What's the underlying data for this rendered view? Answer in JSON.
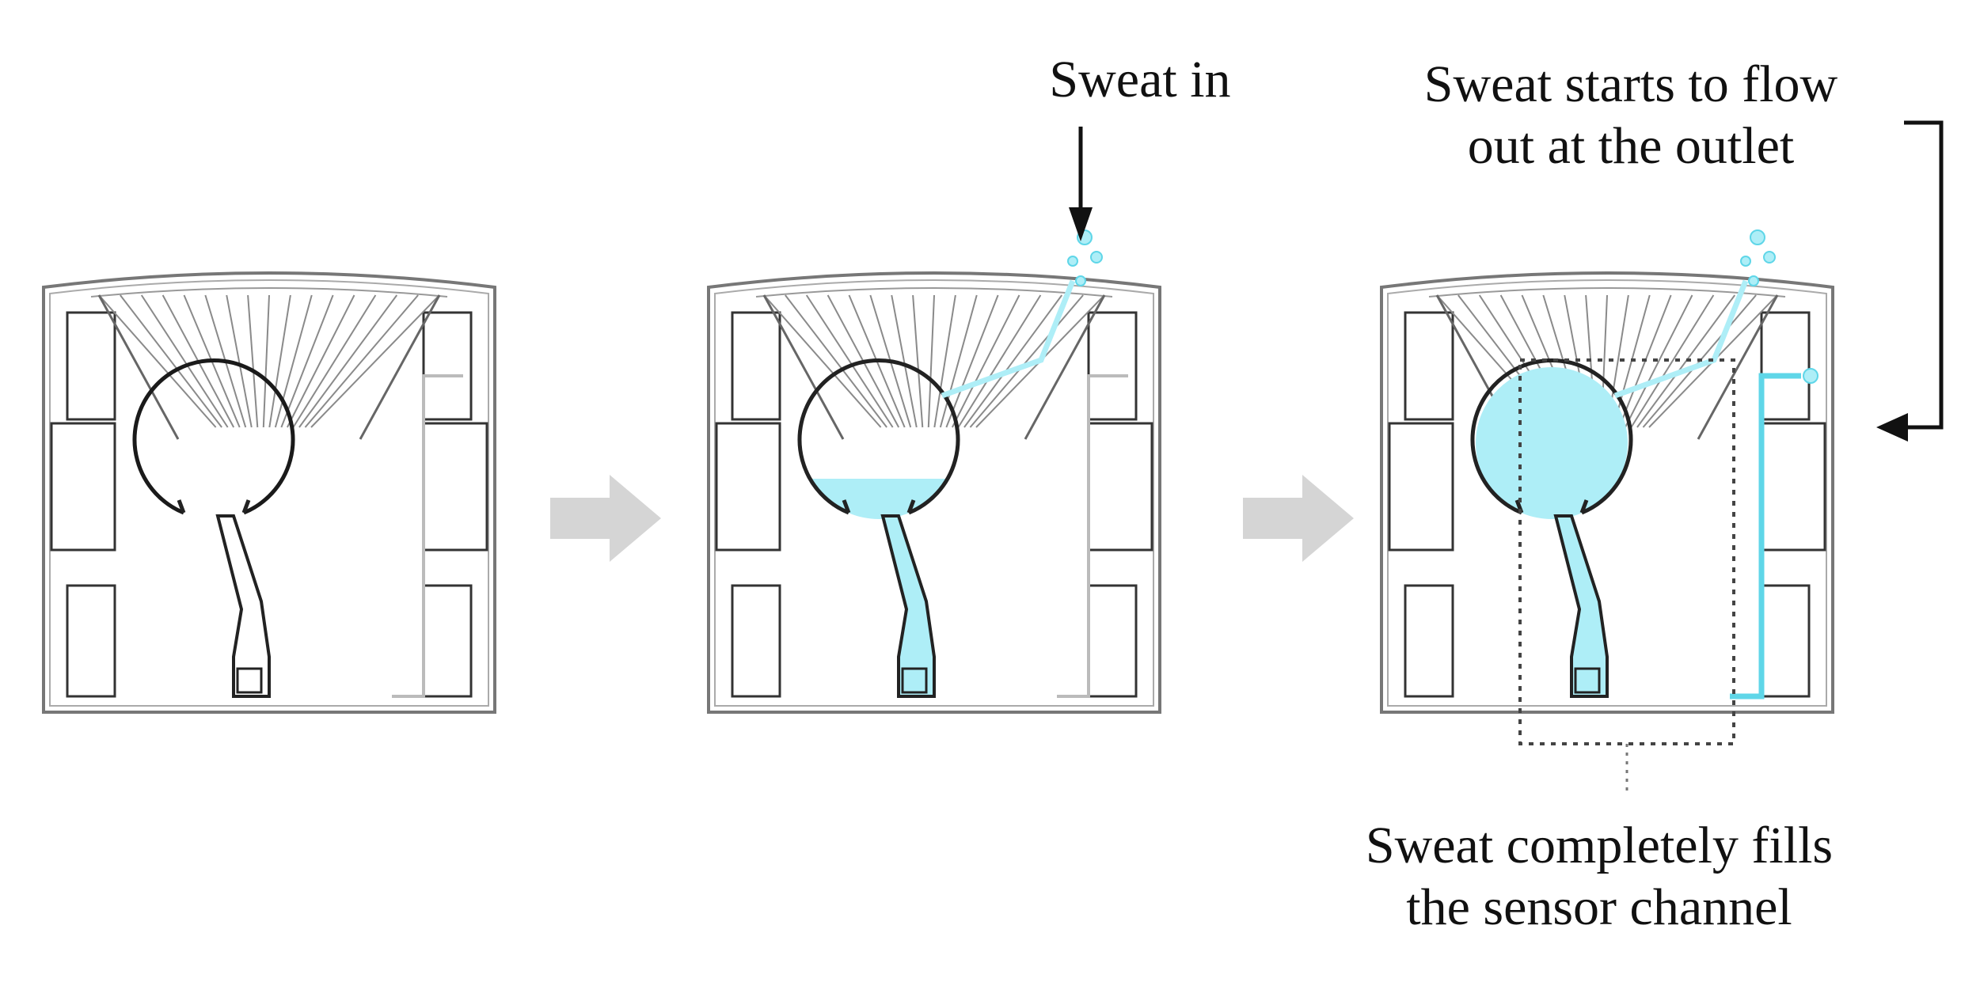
{
  "colors": {
    "outline": "#1a1a1a",
    "frame": "#777777",
    "sweat_fill": "#aeeef7",
    "sweat_stroke": "#5fd6e8",
    "process_arrow": "#d5d5d5",
    "label_text": "#111111"
  },
  "panels": [
    {
      "stage": "empty",
      "fill_level": 0
    },
    {
      "stage": "partially-filled",
      "fill_level": 0.5
    },
    {
      "stage": "completely-filled",
      "fill_level": 1
    }
  ],
  "labels": {
    "sweat_in": "Sweat in",
    "outflow": [
      "Sweat starts to flow",
      "out at the outlet"
    ],
    "fills": [
      "Sweat completely fills",
      "the sensor channel"
    ]
  },
  "icons": {
    "process_arrow": "right-block-arrow",
    "callout_arrow": "down-arrow"
  }
}
